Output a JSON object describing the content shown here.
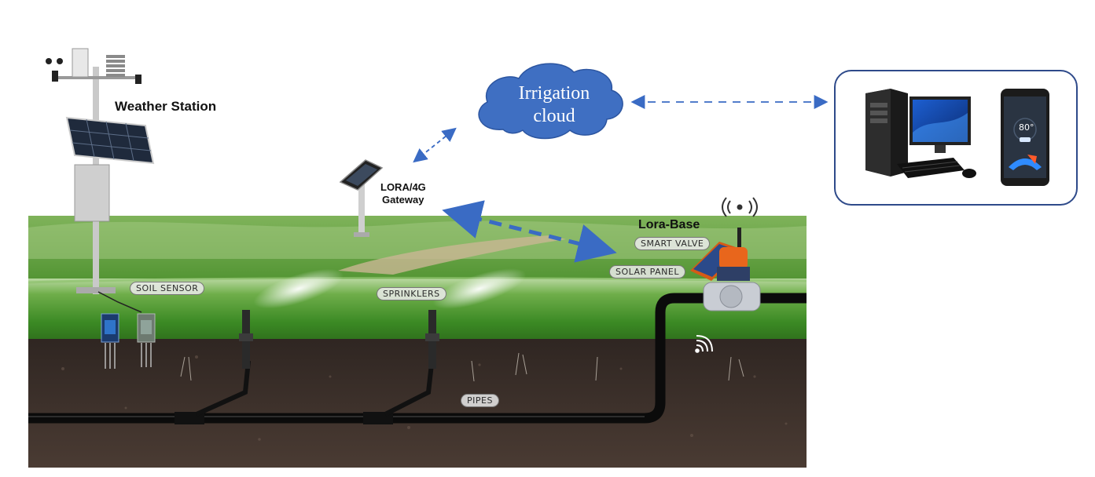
{
  "labels": {
    "weather_station": "Weather Station",
    "gateway_line1": "LORA/4G",
    "gateway_line2": "Gateway",
    "lora_base": "Lora-Base",
    "cloud_line1": "Irrigation",
    "cloud_line2": "cloud",
    "smart_valve": "SMART VALVE",
    "solar_panel": "SOLAR PANEL",
    "soil_sensor": "SOIL SENSOR",
    "sprinklers": "SPRINKLERS",
    "pipes": "PIPES"
  },
  "phone": {
    "temperature": "80°"
  },
  "colors": {
    "sky": "#ffffff",
    "grass": "#3f8f2a",
    "soil": "#3a2e27",
    "pipe": "#0b0b0b",
    "cloud": "#3f6fc2",
    "arrow": "#3a6bc4",
    "box_border": "#2e4a8a"
  },
  "icons": [
    "weather-station-icon",
    "solar-panel-icon",
    "gateway-icon",
    "smart-valve-icon",
    "soil-sensor-icon",
    "sprinkler-icon",
    "wifi-signal-icon",
    "desktop-computer-icon",
    "smartphone-icon",
    "antenna-signal-icon"
  ]
}
